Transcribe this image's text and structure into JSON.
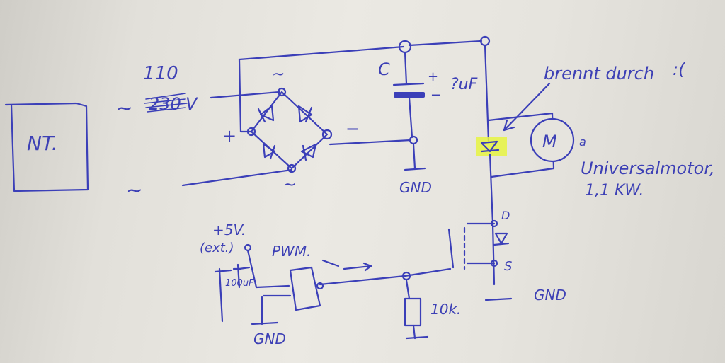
{
  "labels": {
    "nt": "NT.",
    "voltage_new": "110",
    "voltage_old": "230",
    "voltage_unit": "V",
    "ac_top": "~",
    "ac_left_top": "~",
    "ac_left_bottom": "~",
    "ac_bottom": "~",
    "plus_bridge": "+",
    "minus_bridge": "−",
    "cap_name": "C",
    "cap_plus": "+",
    "cap_minus": "−",
    "cap_value": "?uF",
    "gnd_cap": "GND",
    "gnd_mosfet": "GND",
    "gnd_driver": "GND",
    "burn_note": "brennt durch",
    "burn_emoji": ":(",
    "motor_symbol": "M",
    "motor_name": "Universalmotor,",
    "motor_power": "1,1 KW.",
    "supply": "+5V.",
    "supply_ext": "(ext.)",
    "cap_small": "100uF",
    "pwm": "PWM.",
    "resistor": "10k.",
    "drain": "D",
    "source": "S"
  },
  "colors": {
    "ink": "#3b3fb8",
    "highlight": "#e6f542",
    "paper": "#e6e4de"
  }
}
